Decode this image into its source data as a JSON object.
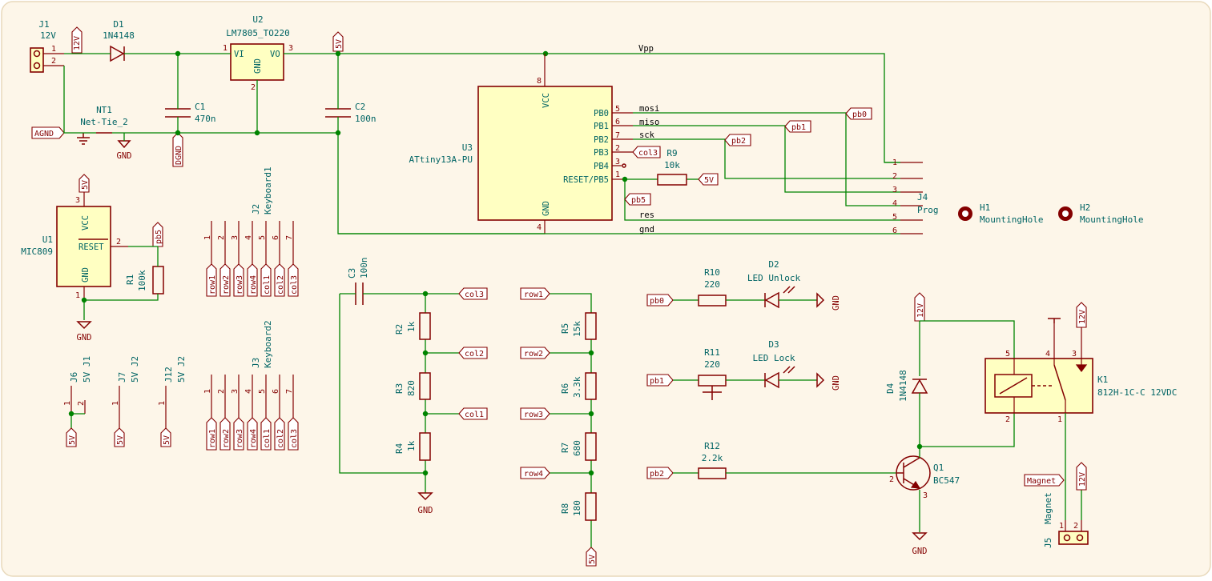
{
  "sheet": {
    "background": "#fdf6e9",
    "border": "#e8d9bb",
    "wire_color": "#008400",
    "symbol_color": "#840000",
    "text_color": "#006464"
  },
  "components": [
    {
      "ref": "J1",
      "value": "12V",
      "pins": [
        "1",
        "2"
      ]
    },
    {
      "ref": "D1",
      "value": "1N4148"
    },
    {
      "ref": "U2",
      "value": "LM7805_TO220",
      "pins": [
        "1",
        "2",
        "3"
      ],
      "pin_names": [
        "VI",
        "GND",
        "VO"
      ]
    },
    {
      "ref": "C1",
      "value": "470n"
    },
    {
      "ref": "C2",
      "value": "100n"
    },
    {
      "ref": "NT1",
      "value": "Net-Tie_2"
    },
    {
      "ref": "U3",
      "value": "ATtiny13A-PU",
      "pins": [
        "8",
        "5",
        "6",
        "7",
        "2",
        "3",
        "1",
        "4"
      ],
      "pin_names": [
        "VCC",
        "PB0",
        "PB1",
        "PB2",
        "PB3",
        "PB4",
        "RESET/PB5",
        "GND"
      ]
    },
    {
      "ref": "R9",
      "value": "10k"
    },
    {
      "ref": "J4",
      "value": "Prog",
      "pins": [
        "1",
        "2",
        "3",
        "4",
        "5",
        "6"
      ]
    },
    {
      "ref": "H1",
      "value": "MountingHole"
    },
    {
      "ref": "H2",
      "value": "MountingHole"
    },
    {
      "ref": "U1",
      "value": "MIC809",
      "pins": [
        "3",
        "2",
        "1"
      ],
      "pin_names": [
        "VCC",
        "RESET",
        "GND"
      ]
    },
    {
      "ref": "R1",
      "value": "100k"
    },
    {
      "ref": "J2",
      "value": "Keyboard1",
      "pins": [
        "1",
        "2",
        "3",
        "4",
        "5",
        "6",
        "7"
      ]
    },
    {
      "ref": "J3",
      "value": "Keyboard2",
      "pins": [
        "1",
        "2",
        "3",
        "4",
        "5",
        "6",
        "7"
      ]
    },
    {
      "ref": "J6",
      "value": "5V J1",
      "pins": [
        "1",
        "2"
      ]
    },
    {
      "ref": "J7",
      "value": "5V J2",
      "pins": [
        "1"
      ]
    },
    {
      "ref": "J12",
      "value": "5V J2",
      "pins": [
        "1"
      ]
    },
    {
      "ref": "C3",
      "value": "100n"
    },
    {
      "ref": "R2",
      "value": "1k"
    },
    {
      "ref": "R3",
      "value": "820"
    },
    {
      "ref": "R4",
      "value": "1k"
    },
    {
      "ref": "R5",
      "value": "15k"
    },
    {
      "ref": "R6",
      "value": "3.3k"
    },
    {
      "ref": "R7",
      "value": "680"
    },
    {
      "ref": "R8",
      "value": "180"
    },
    {
      "ref": "R10",
      "value": "220"
    },
    {
      "ref": "D2",
      "value": "LED Unlock"
    },
    {
      "ref": "R11",
      "value": "220"
    },
    {
      "ref": "D3",
      "value": "LED Lock"
    },
    {
      "ref": "R12",
      "value": "2.2k"
    },
    {
      "ref": "Q1",
      "value": "BC547",
      "pins": [
        "2",
        "3"
      ]
    },
    {
      "ref": "D4",
      "value": "1N4148"
    },
    {
      "ref": "K1",
      "value": "812H-1C-C 12VDC",
      "pins": [
        "5",
        "4",
        "3",
        "2",
        "1"
      ]
    },
    {
      "ref": "J5",
      "value": "Magnet",
      "pins": [
        "1",
        "2"
      ]
    }
  ],
  "net_labels": [
    "Vpp",
    "mosi",
    "miso",
    "sck",
    "res",
    "gnd"
  ],
  "global_labels": [
    "12V",
    "5V",
    "AGND",
    "DGND",
    "pb0",
    "pb1",
    "pb2",
    "pb5",
    "col1",
    "col2",
    "col3",
    "row1",
    "row2",
    "row3",
    "row4",
    "Magnet"
  ],
  "power_symbols": [
    "GND"
  ]
}
